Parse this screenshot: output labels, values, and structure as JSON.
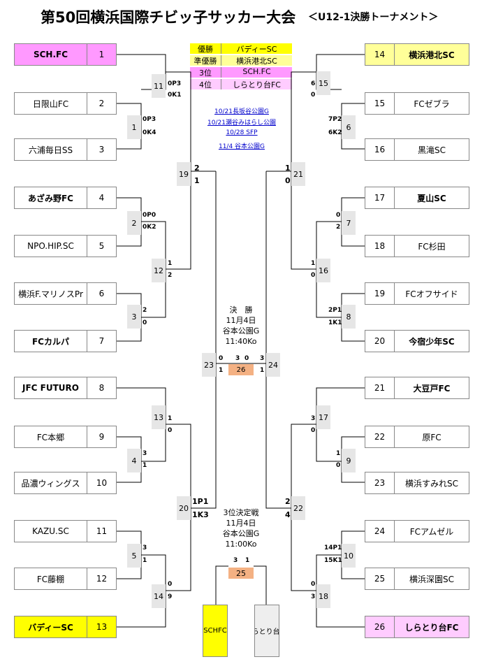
{
  "title": "第50回横浜国際チビッ子サッカー大会",
  "subtitle": "＜U12-1決勝トーナメント＞",
  "results": [
    {
      "rank": "優勝",
      "team": "バディーSC"
    },
    {
      "rank": "準優勝",
      "team": "横浜港北SC"
    },
    {
      "rank": "3位",
      "team": "SCH.FC"
    },
    {
      "rank": "4位",
      "team": "しらとり台FC"
    }
  ],
  "venues": [
    "10/21長坂谷公園G",
    "10/21瀬谷みはらし公園",
    "10/28 SFP",
    "11/4 谷本公園G"
  ],
  "left_teams": [
    {
      "name": "SCH.FC",
      "num": "1"
    },
    {
      "name": "日限山FC",
      "num": "2"
    },
    {
      "name": "六浦毎日SS",
      "num": "3"
    },
    {
      "name": "あざみ野FC",
      "num": "4"
    },
    {
      "name": "NPO.HIP.SC",
      "num": "5"
    },
    {
      "name": "横浜F.マリノスPr",
      "num": "6"
    },
    {
      "name": "FCカルパ",
      "num": "7"
    },
    {
      "name": "JFC FUTURO",
      "num": "8"
    },
    {
      "name": "FC本郷",
      "num": "9"
    },
    {
      "name": "品濃ウィングス",
      "num": "10"
    },
    {
      "name": "KAZU.SC",
      "num": "11"
    },
    {
      "name": "FC藤棚",
      "num": "12"
    },
    {
      "name": "バディーSC",
      "num": "13"
    }
  ],
  "right_teams": [
    {
      "name": "横浜港北SC",
      "num": "14"
    },
    {
      "name": "FCゼブラ",
      "num": "15"
    },
    {
      "name": "黒滝SC",
      "num": "16"
    },
    {
      "name": "夏山SC",
      "num": "17"
    },
    {
      "name": "FC杉田",
      "num": "18"
    },
    {
      "name": "FCオフサイド",
      "num": "19"
    },
    {
      "name": "今宿少年SC",
      "num": "20"
    },
    {
      "name": "大豆戸FC",
      "num": "21"
    },
    {
      "name": "原FC",
      "num": "22"
    },
    {
      "name": "横浜すみれSC",
      "num": "23"
    },
    {
      "name": "FCアムゼル",
      "num": "24"
    },
    {
      "name": "横浜深園SC",
      "num": "25"
    },
    {
      "name": "しらとり台FC",
      "num": "26"
    }
  ],
  "match_labels": {
    "m1": "1",
    "m2": "2",
    "m3": "3",
    "m4": "4",
    "m5": "5",
    "m6": "6",
    "m7": "7",
    "m8": "8",
    "m9": "9",
    "m10": "10",
    "m11": "11",
    "m12": "12",
    "m13": "13",
    "m14": "14",
    "m15": "15",
    "m16": "16",
    "m17": "17",
    "m18": "18",
    "m19": "19",
    "m20": "20",
    "m21": "21",
    "m22": "22",
    "m23": "23",
    "m24": "24",
    "m25": "25",
    "m26": "26"
  },
  "scores": {
    "m11_top": "0P3",
    "m11_bot": "0K1",
    "m1_top": "0P3",
    "m1_bot": "0K4",
    "m2_top": "0P0",
    "m2_bot": "0K2",
    "m12_top": "1",
    "m12_bot": "2",
    "m3_top": "2",
    "m3_bot": "0",
    "m19_top": "2",
    "m19_bot": "1",
    "m13_top": "1",
    "m13_bot": "0",
    "m4_top": "3",
    "m4_bot": "1",
    "m20_top": "1P1",
    "m20_bot": "1K3",
    "m5_top": "3",
    "m5_bot": "1",
    "m14_top": "0",
    "m14_bot": "9",
    "m15_top": "6",
    "m15_bot": "0",
    "m6_top": "7P2",
    "m6_bot": "6K2",
    "m21_top": "1",
    "m21_bot": "0",
    "m7_top": "0",
    "m7_bot": "2",
    "m16_top": "1",
    "m16_bot": "0",
    "m8_top": "2P1",
    "m8_bot": "1K1",
    "m17_top": "3",
    "m17_bot": "0",
    "m9_top": "1",
    "m9_bot": "0",
    "m22_top": "2",
    "m22_bot": "4",
    "m10_top": "14P1",
    "m10_bot": "15K1",
    "m18_top": "0",
    "m18_bot": "3",
    "m23_top": "0",
    "m23_bot": "1",
    "m24_top": "3",
    "m24_bot": "1",
    "final_left": "3",
    "final_right": "0",
    "third_left": "3",
    "third_right": "1"
  },
  "final_info": {
    "title": "決　勝",
    "date": "11月4日",
    "venue": "谷本公園G",
    "time": "11:40Ko"
  },
  "third_info": {
    "title": "3位決定戦",
    "date": "11月4日",
    "venue": "谷本公園G",
    "time": "11:00Ko"
  },
  "third_teams": {
    "left": "SCHFC",
    "right": "しらとり台FC"
  },
  "colors": {
    "champion": "#ffff00",
    "runner_up": "#ffff99",
    "third": "#ff99ff",
    "fourth": "#ffccff",
    "final_box": "#f4b183",
    "label_box": "#e6e6e6"
  }
}
